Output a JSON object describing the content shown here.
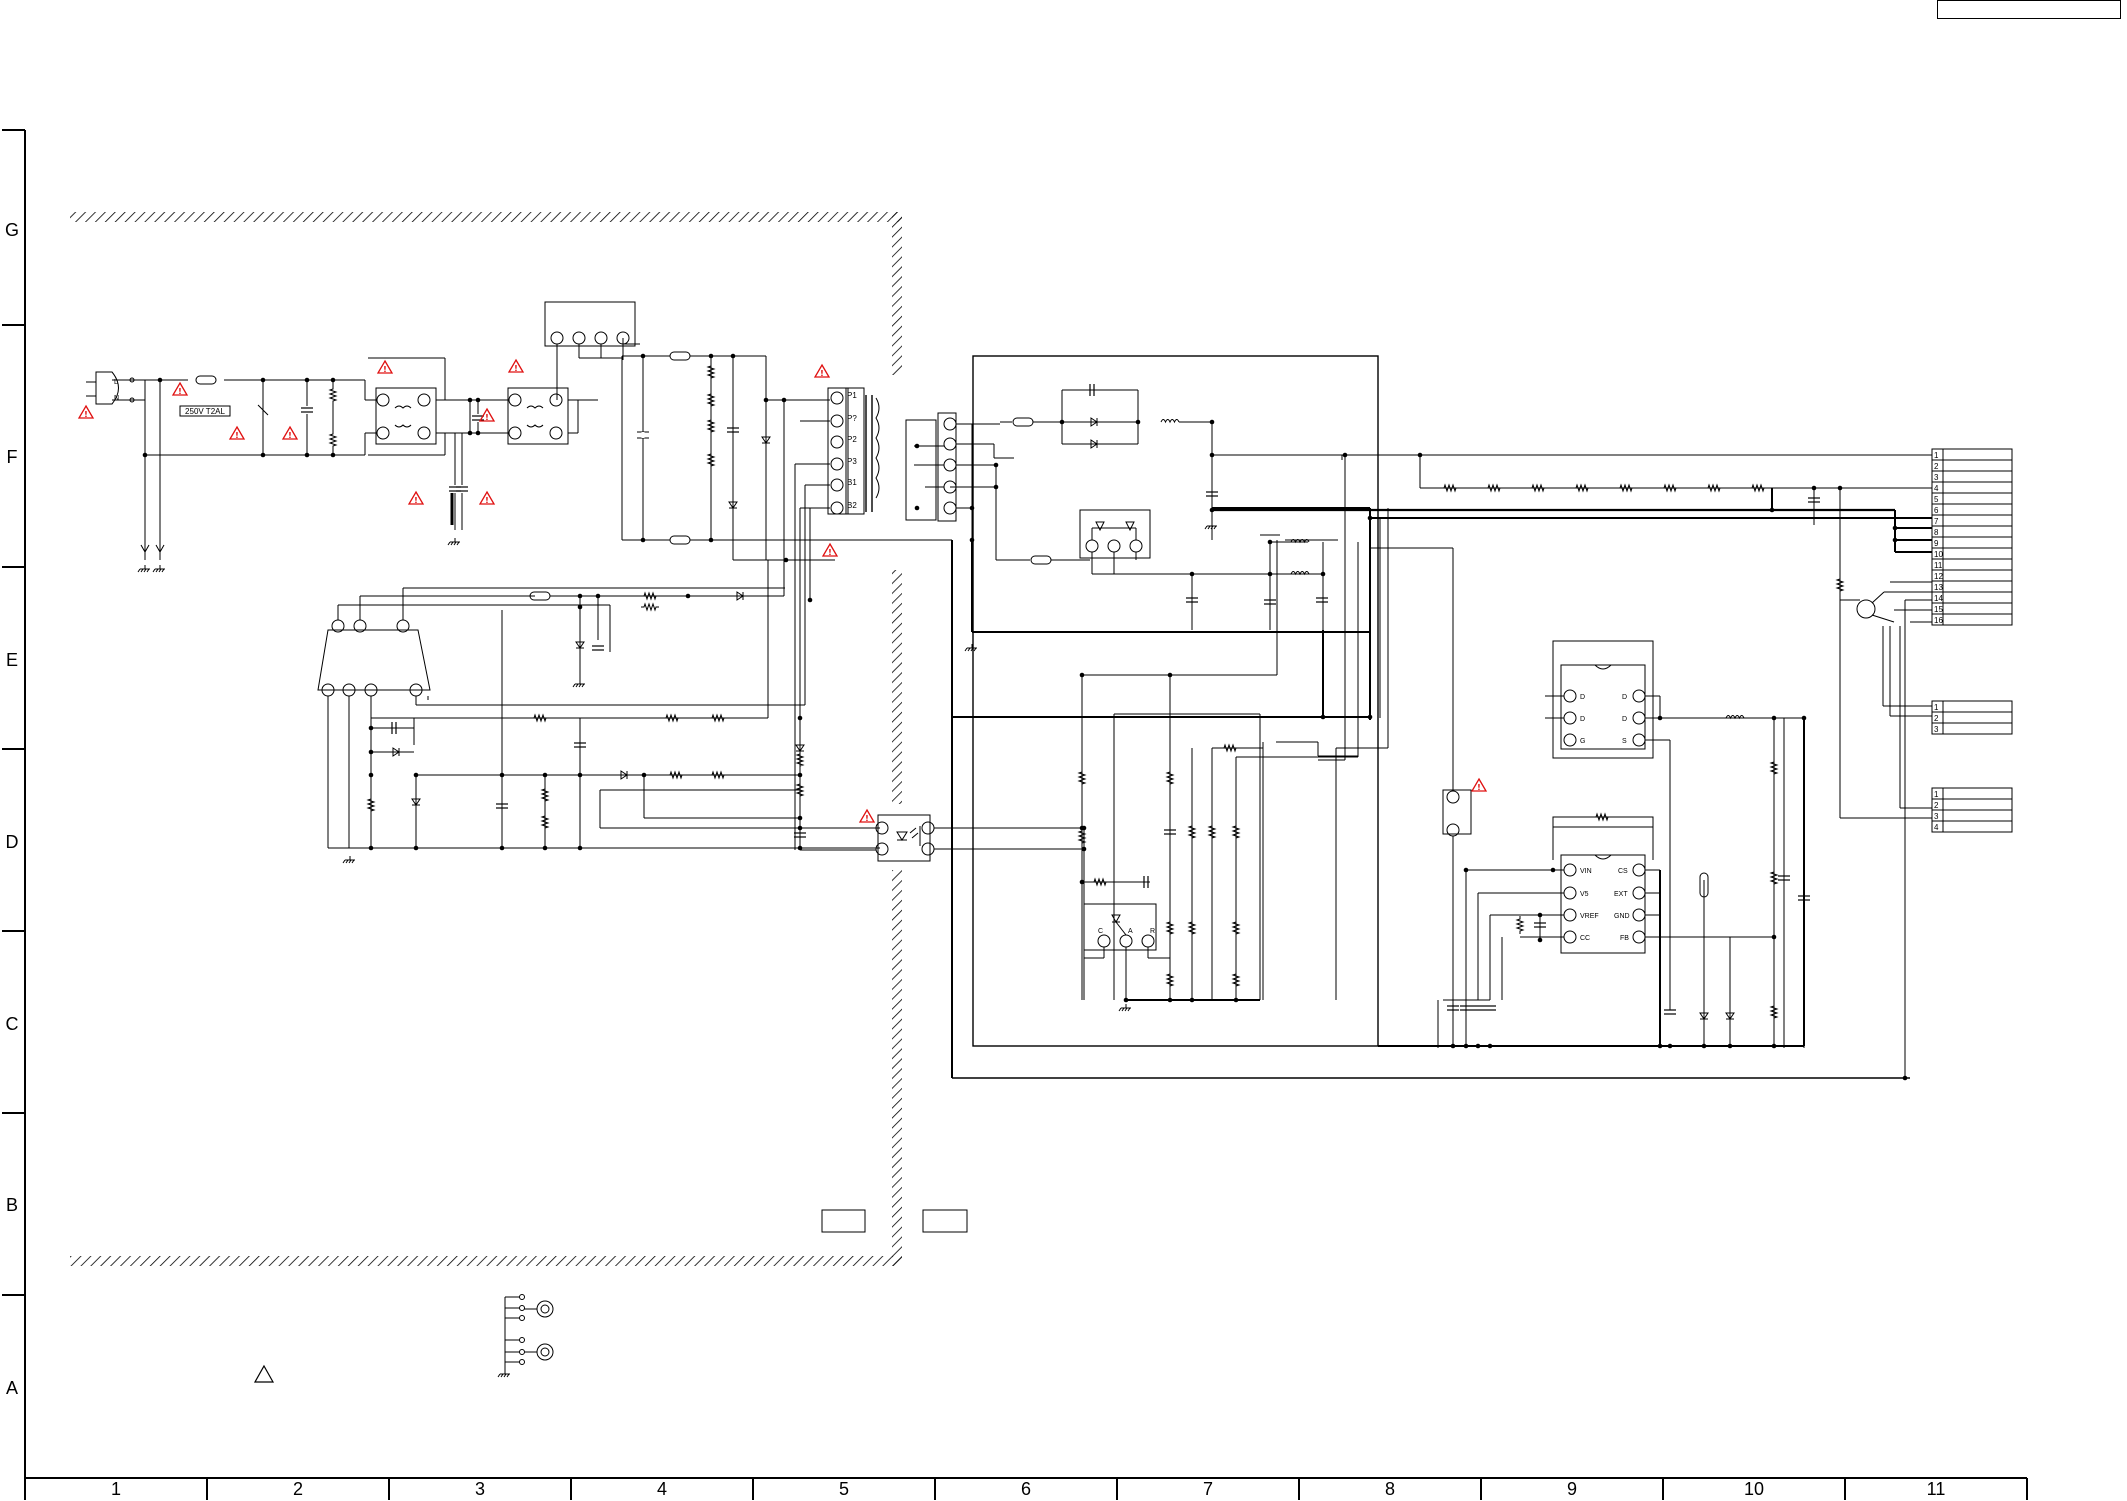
{
  "frame": {
    "row_labels": [
      "G",
      "F",
      "E",
      "D",
      "C",
      "B",
      "A"
    ],
    "column_labels": [
      "1",
      "2",
      "3",
      "4",
      "5",
      "6",
      "7",
      "8",
      "9",
      "10",
      "11"
    ]
  },
  "components": {
    "fuse_rating": "250V T2AL",
    "ac_inlet_pins": [
      "L",
      "N"
    ],
    "transformer_pins": [
      "P1",
      "P?",
      "P2",
      "P3",
      "B1",
      "B2"
    ],
    "ic_a_left_pins": [
      "D",
      "D",
      "G"
    ],
    "ic_a_right_pins": [
      "D",
      "D",
      "S"
    ],
    "ic_b_left_pins": [
      "VIN",
      "V5",
      "VREF",
      "CC"
    ],
    "ic_b_right_pins": [
      "CS",
      "EXT",
      "GND",
      "FB"
    ],
    "regulator_pins": [
      "C",
      "A",
      "R"
    ],
    "connector_right_main": [
      "1",
      "2",
      "3",
      "4",
      "5",
      "6",
      "7",
      "8",
      "9",
      "10",
      "11",
      "12",
      "13",
      "14",
      "15",
      "16"
    ],
    "connector_right_mid": [
      "1",
      "2",
      "3"
    ],
    "connector_right_low": [
      "1",
      "2",
      "3",
      "4"
    ]
  },
  "colors": {
    "line": "#000000",
    "warning": "#e01010"
  },
  "icons": {
    "warning": "warning-triangle-icon",
    "legend": "outline-triangle-icon",
    "ground": "ground-icon"
  }
}
